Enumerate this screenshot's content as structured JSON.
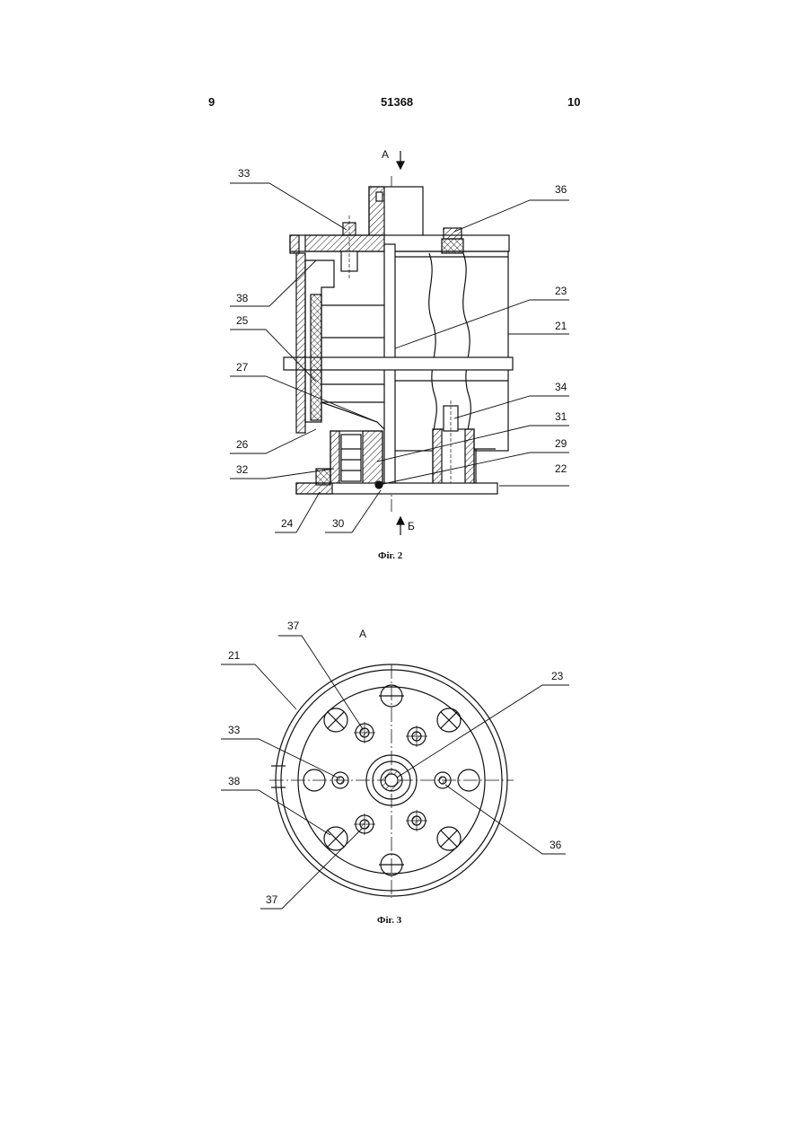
{
  "header": {
    "left_page": "9",
    "doc_number": "51368",
    "right_page": "10"
  },
  "fig2": {
    "caption": "Фіг. 2",
    "view_a": "А",
    "view_b": "Б",
    "callouts": {
      "c33": "33",
      "c36": "36",
      "c38": "38",
      "c23": "23",
      "c25": "25",
      "c21": "21",
      "c27": "27",
      "c34": "34",
      "c31": "31",
      "c26": "26",
      "c29": "29",
      "c32": "32",
      "c22": "22",
      "c24": "24",
      "c30": "30"
    }
  },
  "fig3": {
    "caption": "Фіг. 3",
    "view_a": "А",
    "callouts": {
      "c37a": "37",
      "c21": "21",
      "c23": "23",
      "c33": "33",
      "c38": "38",
      "c36": "36",
      "c37b": "37"
    }
  }
}
